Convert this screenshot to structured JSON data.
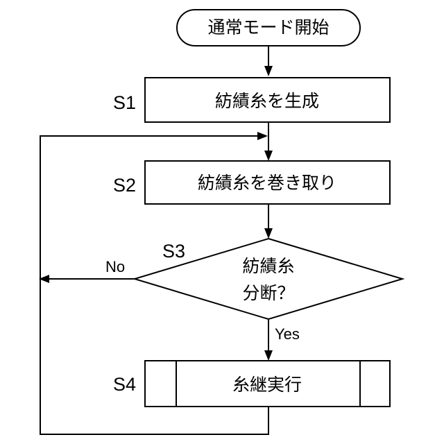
{
  "start": {
    "label": "通常モード開始"
  },
  "steps": [
    {
      "id": "S1",
      "label": "紡績糸を生成"
    },
    {
      "id": "S2",
      "label": "紡績糸を巻き取り"
    },
    {
      "id": "S3",
      "label_line1": "紡績糸",
      "label_line2": "分断？"
    },
    {
      "id": "S4",
      "label": "糸継実行"
    }
  ],
  "branches": {
    "no": "No",
    "yes": "Yes"
  }
}
